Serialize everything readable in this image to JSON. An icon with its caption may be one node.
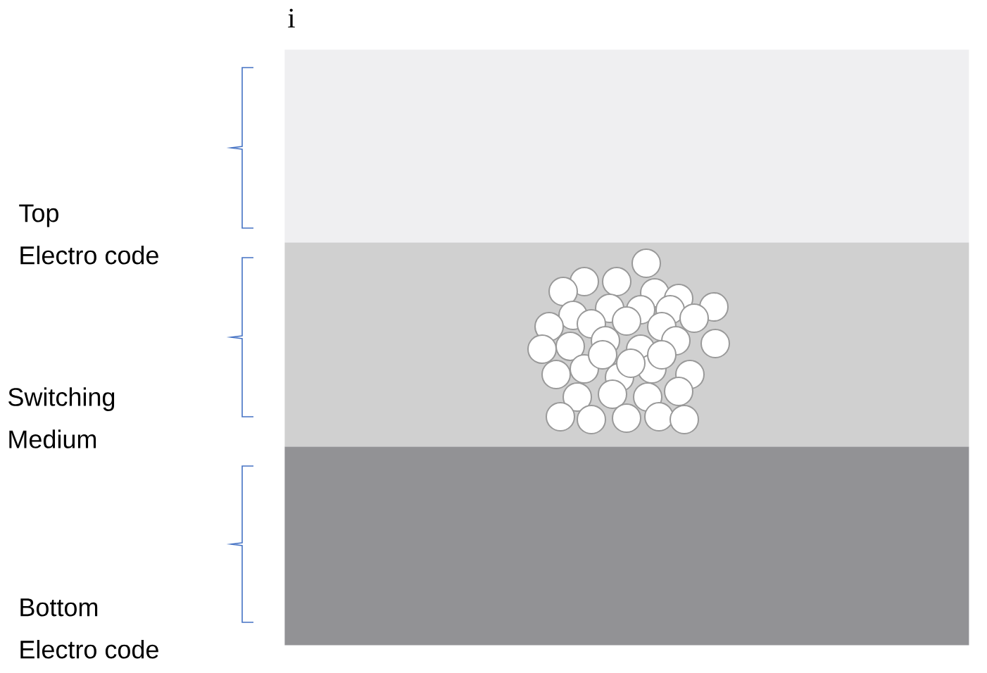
{
  "diagram": {
    "nodes": [
      {
        "text": [],
        "shape": "box"
      },
      {
        "text": [],
        "shape": "box"
      },
      {
        "text": [],
        "shape": "box"
      }
    ],
    "labels": [
      "i",
      "Top Electro code",
      "Switching Medium",
      "Bottom Electro code"
    ]
  }
}
